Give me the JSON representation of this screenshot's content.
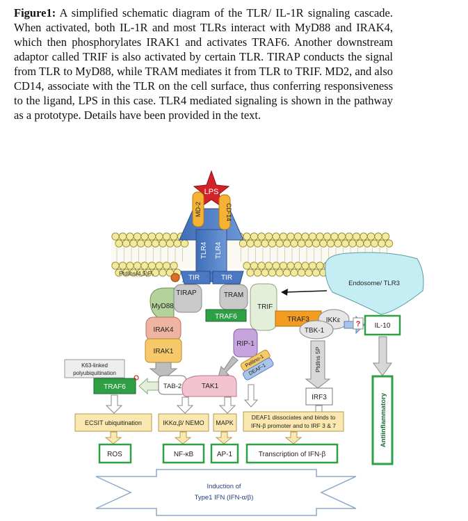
{
  "caption": {
    "label": "Figure1:",
    "text": " A simplified schematic diagram of the TLR/ IL-1R signaling cascade. When activated, both IL-1R and most TLRs interact with MyD88 and IRAK4, which then phosphorylates IRAK1 and activates TRAF6. Another downstream adaptor called TRIF is also activated by certain TLR. TIRAP conducts the signal from TLR to MyD88, while TRAM mediates it from TLR to TRIF. MD2, and also CD14, associate with the TLR on the cell surface, thus conferring responsiveness to the ligand, LPS in this case. TLR4 mediated signaling is shown in the pathway as a prototype. Details have been provided in the text."
  },
  "diagram": {
    "lps": "LPS",
    "md2": "MD-2",
    "cd14": "CD-14",
    "tlr4_left": "TLR4",
    "tlr4_right": "TLR4",
    "tir_left": "TIR",
    "tir_right": "TIR",
    "ptdins": "PtdIns(4,5)P₂",
    "tirap": "TIRAP",
    "myd88": "MyD88",
    "irak4": "IRAK4",
    "irak1": "IRAK1",
    "tram": "TRAM",
    "trif": "TRIF",
    "traf6_center": "TRAF6",
    "rip1": "RIP-1",
    "pellino1": "Pellino-1",
    "deaf1_small": "DEAF-1",
    "traf3": "TRAF3",
    "ikke": "IKKε",
    "tbk1": "TBK-1",
    "question": "?",
    "endosome": "Endosome/ TLR3",
    "il10": "IL-10",
    "ptdins5p": "PtdIns 5P",
    "irf3": "IRF3",
    "k63_line1": "K63-linked",
    "k63_line2": "polyubiquitination",
    "traf6_left": "TRAF6",
    "tab2": "TAB-2",
    "tak1": "TAK1",
    "ecsit": "ECSIT ubiquitination",
    "ikk_nemo": "IKKα,β/ NEMO",
    "mapk": "MAPK",
    "deaf_line1": "DEAF1 dissociates and binds to",
    "deaf_line2": "IFN-β promoter and to IRF 3 & 7",
    "ros": "ROS",
    "nfkb": "NF-κB",
    "ap1": "AP-1",
    "transcription": "Transcription of IFN-β",
    "induction_line1": "Induction of",
    "induction_line2": "Type1 IFN (IFN-α/β)",
    "antiinflammatory": "Antiinflammatory"
  }
}
